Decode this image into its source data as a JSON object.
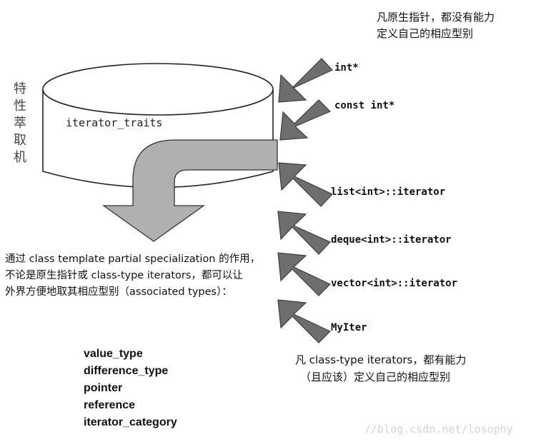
{
  "note_top": {
    "line1": "凡原生指针，都没有能力",
    "line2": "定义自己的相应型别"
  },
  "side_label": [
    "特",
    "性",
    "萃",
    "取",
    "机"
  ],
  "cylinder_label": "iterator_traits",
  "inputs": [
    "int*",
    "const int*",
    "list<int>::iterator",
    "deque<int>::iterator",
    "vector<int>::iterator",
    "MyIter"
  ],
  "main_note": {
    "line1": "通过 class template partial specialization 的作用，",
    "line2": "不论是原生指针或 class-type iterators，都可以让",
    "line3": "外界方便地取其相应型别（associated types）："
  },
  "associated_types": [
    "value_type",
    "difference_type",
    "pointer",
    "reference",
    "iterator_category"
  ],
  "note_bottom": {
    "line1": "凡 class-type iterators，都有能力",
    "line2": "（且应该）定义自己的相应型别"
  },
  "watermark": "//blog.csdn.net/losophy",
  "colors": {
    "arrow": "#6e6e6e",
    "arrow_dark": "#3d3d3d",
    "big_arrow": "#b0b0b0",
    "outline": "#222222"
  }
}
